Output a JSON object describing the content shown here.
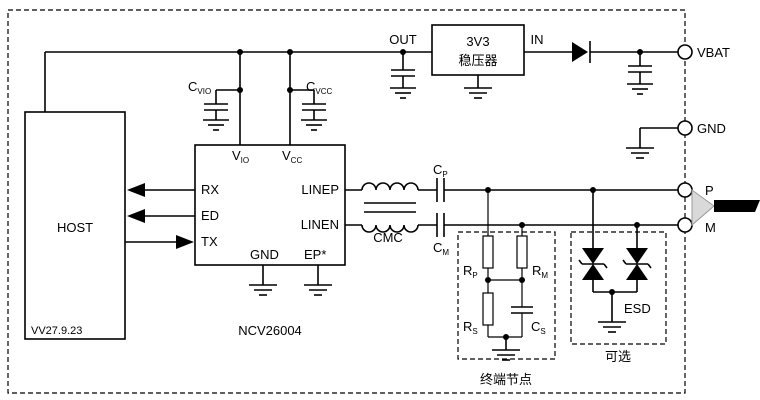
{
  "labels": {
    "host": "HOST",
    "host_version": "VV27.9.23",
    "chip_name": "NCV26004",
    "pin_vio": "V",
    "pin_vio_sub": "IO",
    "pin_vcc": "V",
    "pin_vcc_sub": "CC",
    "pin_rx": "RX",
    "pin_ed": "ED",
    "pin_tx": "TX",
    "pin_gnd": "GND",
    "pin_ep": "EP*",
    "pin_linep": "LINEP",
    "pin_linen": "LINEN",
    "cvio": "C",
    "cvio_sub": "VIO",
    "cvcc": "C",
    "cvcc_sub": "VCC",
    "reg_line1": "3V3",
    "reg_line2": "稳压器",
    "reg_out": "OUT",
    "reg_in": "IN",
    "vbat": "VBAT",
    "gnd": "GND",
    "term_p": "P",
    "term_m": "M",
    "cmc": "CMC",
    "cp": "C",
    "cp_sub": "P",
    "cm": "C",
    "cm_sub": "M",
    "rp": "R",
    "rp_sub": "P",
    "rm": "R",
    "rm_sub": "M",
    "rs": "R",
    "rs_sub": "S",
    "cs": "C",
    "cs_sub": "S",
    "esd": "ESD",
    "termination_label": "终端节点",
    "optional_label": "可选"
  }
}
